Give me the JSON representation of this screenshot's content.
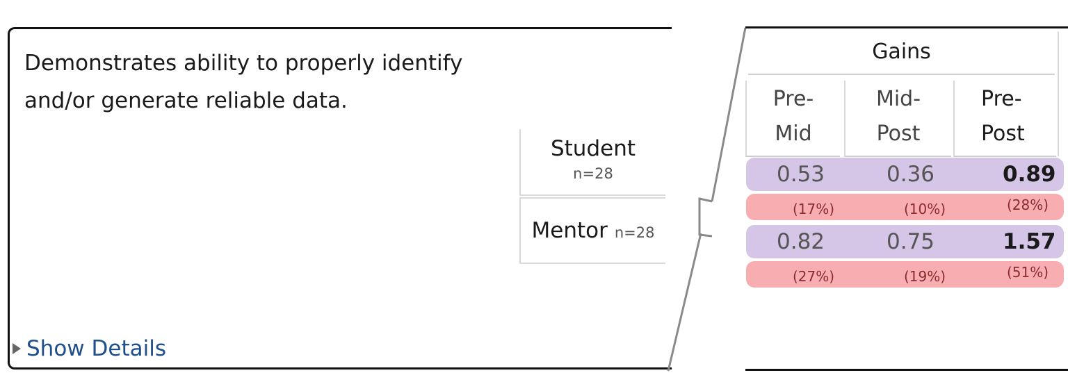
{
  "question": {
    "text_line1": "Demonstrates ability to properly identify",
    "text_line2": "and/or generate reliable data."
  },
  "show_details": {
    "label": "Show Details"
  },
  "rows": [
    {
      "title": "Student",
      "n": "n=28"
    },
    {
      "title": "Mentor",
      "n": "n=28"
    }
  ],
  "gains": {
    "header": "Gains",
    "columns": [
      {
        "line1": "Pre-",
        "line2": "Mid"
      },
      {
        "line1": "Mid-",
        "line2": "Post"
      },
      {
        "line1": "Pre-",
        "line2": "Post"
      }
    ],
    "student": {
      "values": [
        "0.53",
        "0.36",
        "0.89"
      ],
      "percents": [
        "(17%)",
        "(10%)",
        "(28%)"
      ]
    },
    "mentor": {
      "values": [
        "0.82",
        "0.75",
        "1.57"
      ],
      "percents": [
        "(27%)",
        "(19%)",
        "(51%)"
      ]
    }
  },
  "colors": {
    "mean_band": "#d5c5e6",
    "percent_band": "#f8aeb1",
    "link": "#1e4e8c"
  }
}
